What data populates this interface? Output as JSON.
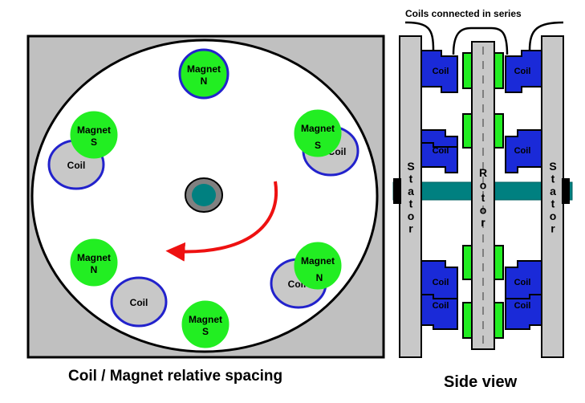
{
  "left_diagram": {
    "caption": "Coil / Magnet relative spacing",
    "magnet_word": "Magnet",
    "coil_word": "Coil",
    "magnets": [
      {
        "pole": "N"
      },
      {
        "pole": "S"
      },
      {
        "pole": "S"
      },
      {
        "pole": "N"
      },
      {
        "pole": "N"
      },
      {
        "pole": "S"
      }
    ],
    "coils": [
      {
        "label": "Coil"
      },
      {
        "label": "Coil"
      },
      {
        "label": "Coil"
      },
      {
        "label": "Coil"
      }
    ]
  },
  "right_diagram": {
    "top_label": "Coils connected in series",
    "caption": "Side view",
    "stator_label": "Stator",
    "rotor_label": "Rotor",
    "coil_word": "Coil"
  },
  "colors": {
    "plate": "#c0c0c0",
    "disc": "#ffffff",
    "magnet": "#22ee22",
    "coil_fill": "#c8c8c8",
    "coil_border": "#2222cc",
    "coil_block": "#1a2ad8",
    "shaft": "#008080",
    "arrow": "#ee1111"
  }
}
